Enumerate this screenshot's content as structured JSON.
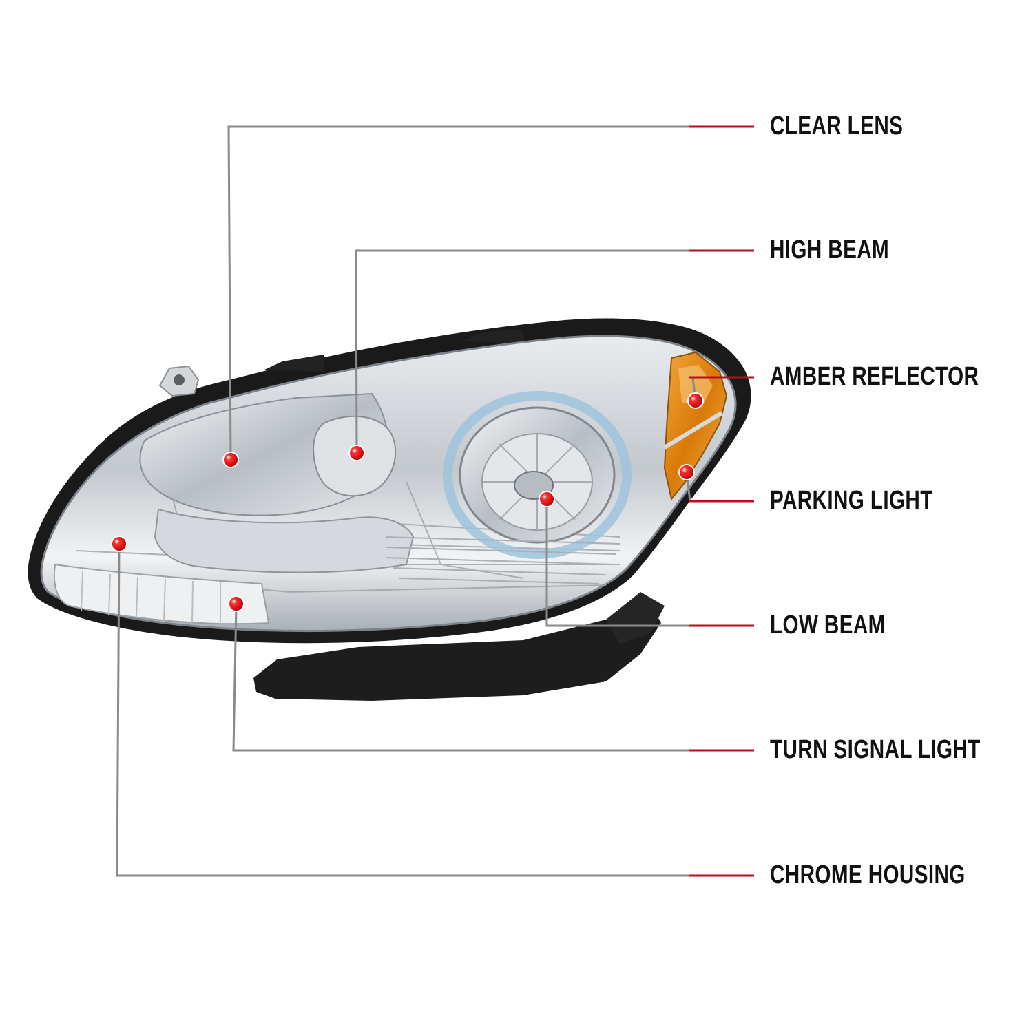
{
  "colors": {
    "leader_line": "#8a8a8a",
    "leader_accent": "#b3121b",
    "marker": "#e00000",
    "label_text": "#111111",
    "housing_black": "#1d1d1d",
    "chrome": "#c9ced3",
    "amber": "#e38a12",
    "halo_blue": "#9ec3dc"
  },
  "callouts": [
    {
      "id": "clear-lens",
      "label": "CLEAR LENS"
    },
    {
      "id": "high-beam",
      "label": "HIGH BEAM"
    },
    {
      "id": "amber-reflector",
      "label": "AMBER REFLECTOR"
    },
    {
      "id": "parking-light",
      "label": "PARKING LIGHT"
    },
    {
      "id": "low-beam",
      "label": "LOW BEAM"
    },
    {
      "id": "turn-signal-light",
      "label": "TURN SIGNAL LIGHT"
    },
    {
      "id": "chrome-housing",
      "label": "CHROME HOUSING"
    }
  ]
}
